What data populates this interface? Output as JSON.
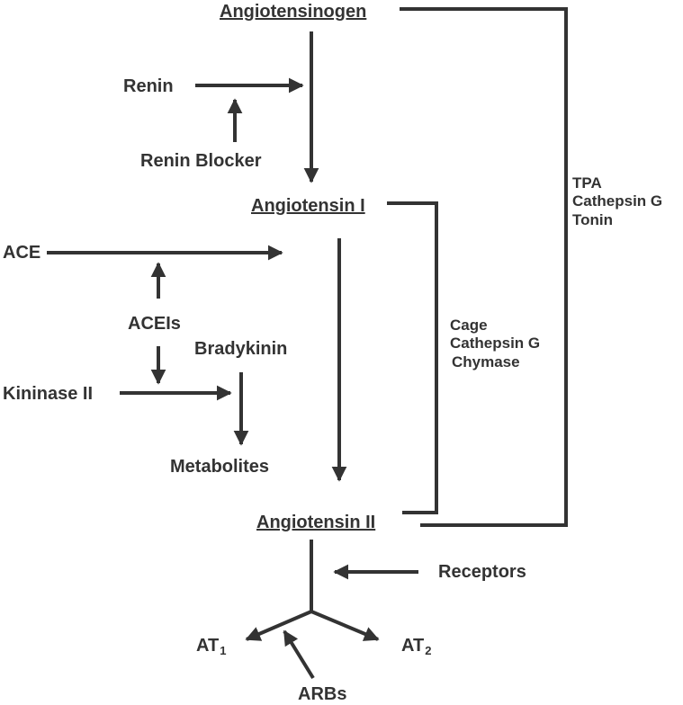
{
  "nodes": {
    "angiotensinogen": "Angiotensinogen",
    "renin": "Renin",
    "renin_blocker": "Renin Blocker",
    "angiotensin_1": "Angiotensin I",
    "ace": "ACE",
    "aceis": "ACEIs",
    "bradykinin": "Bradykinin",
    "kininase_2": "Kininase II",
    "metabolites": "Metabolites",
    "angiotensin_2": "Angiotensin II",
    "receptors": "Receptors",
    "at1": {
      "base": "AT",
      "sub": "1"
    },
    "at2": {
      "base": "AT",
      "sub": "2"
    },
    "arbs": "ARBs"
  },
  "alt_pathway_1": [
    "TPA",
    "Cathepsin G",
    "Tonin"
  ],
  "alt_pathway_2": [
    "Cage",
    "Cathepsin G",
    "Chymase"
  ],
  "colors": {
    "ink": "#333333",
    "background": "#ffffff"
  }
}
